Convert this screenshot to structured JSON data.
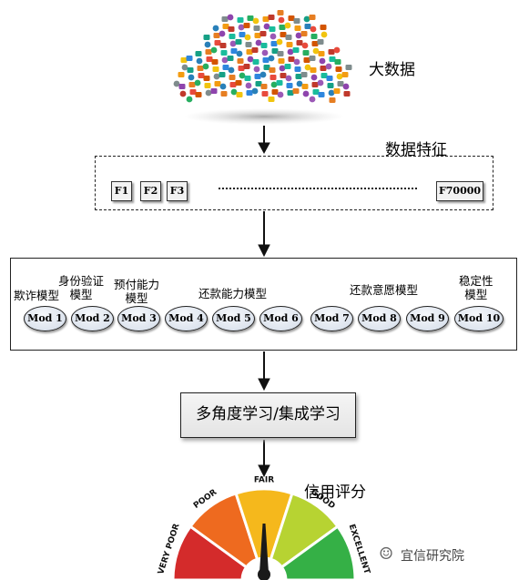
{
  "cloud": {
    "label": "大数据"
  },
  "features": {
    "label": "数据特征",
    "boxes": [
      "F1",
      "F2",
      "F3",
      "F70000"
    ]
  },
  "models": {
    "group_labels": [
      {
        "text": "欺诈模型"
      },
      {
        "text": "身份验证\n模型"
      },
      {
        "text": "预付能力\n模型"
      },
      {
        "text": "还款能力模型"
      },
      {
        "text": "还款意愿模型"
      },
      {
        "text": "稳定性\n模型"
      }
    ],
    "mods": [
      "Mod 1",
      "Mod 2",
      "Mod 3",
      "Mod 4",
      "Mod 5",
      "Mod 6",
      "Mod 7",
      "Mod 8",
      "Mod 9",
      "Mod 10"
    ]
  },
  "learning": {
    "label": "多角度学习/集成学习"
  },
  "credit": {
    "label": "信用评分",
    "gauge": {
      "bands": [
        {
          "label": "VERY POOR",
          "color": "#d42b2b"
        },
        {
          "label": "POOR",
          "color": "#ee6a1f"
        },
        {
          "label": "FAIR",
          "color": "#f5b81c"
        },
        {
          "label": "GOOD",
          "color": "#b7d332"
        },
        {
          "label": "EXCELLENT",
          "color": "#35b046"
        }
      ]
    }
  },
  "watermark": {
    "text": "宜信研究院"
  }
}
